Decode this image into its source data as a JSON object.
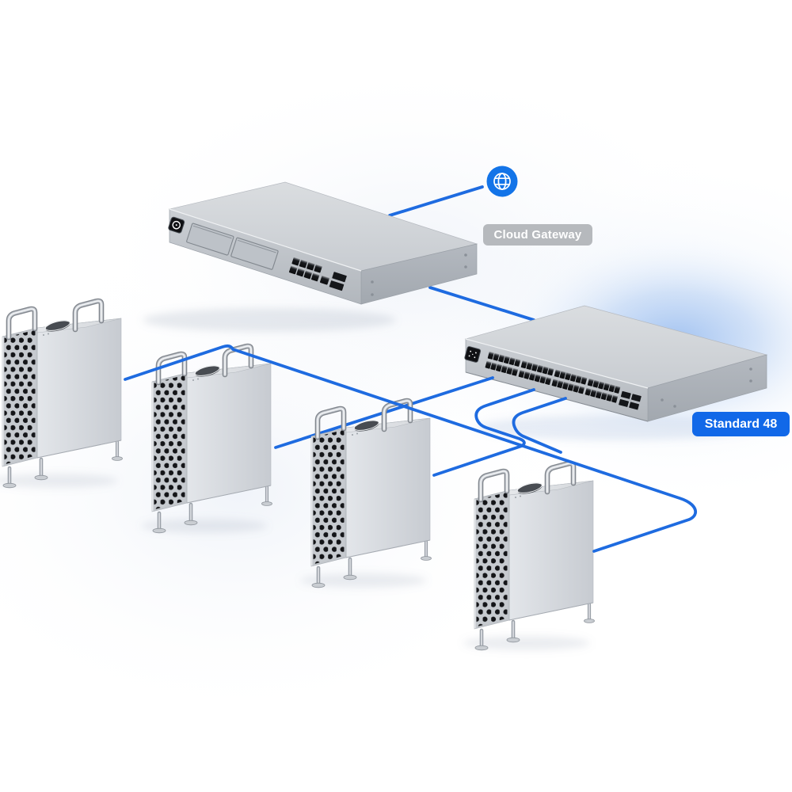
{
  "scene": {
    "background": "#ffffff",
    "glow_color": "#9cc1f0",
    "cable_color": "#1e6be0"
  },
  "internet": {
    "icon": "globe-icon",
    "icon_bg": "#1374e8",
    "icon_glyph_color": "#ffffff"
  },
  "gateway": {
    "label": "Cloud Gateway",
    "label_bg": "#b6b9bd",
    "label_color": "#ffffff",
    "rj45_ports": 8,
    "sfp_ports": 2,
    "drive_bays": 2
  },
  "switch": {
    "label": "Standard 48",
    "label_bg": "#1168e8",
    "label_color": "#ffffff",
    "rj45_ports": 48,
    "sfp_ports": 4
  },
  "workstations": {
    "count": 4,
    "type": "tower-workstation"
  }
}
